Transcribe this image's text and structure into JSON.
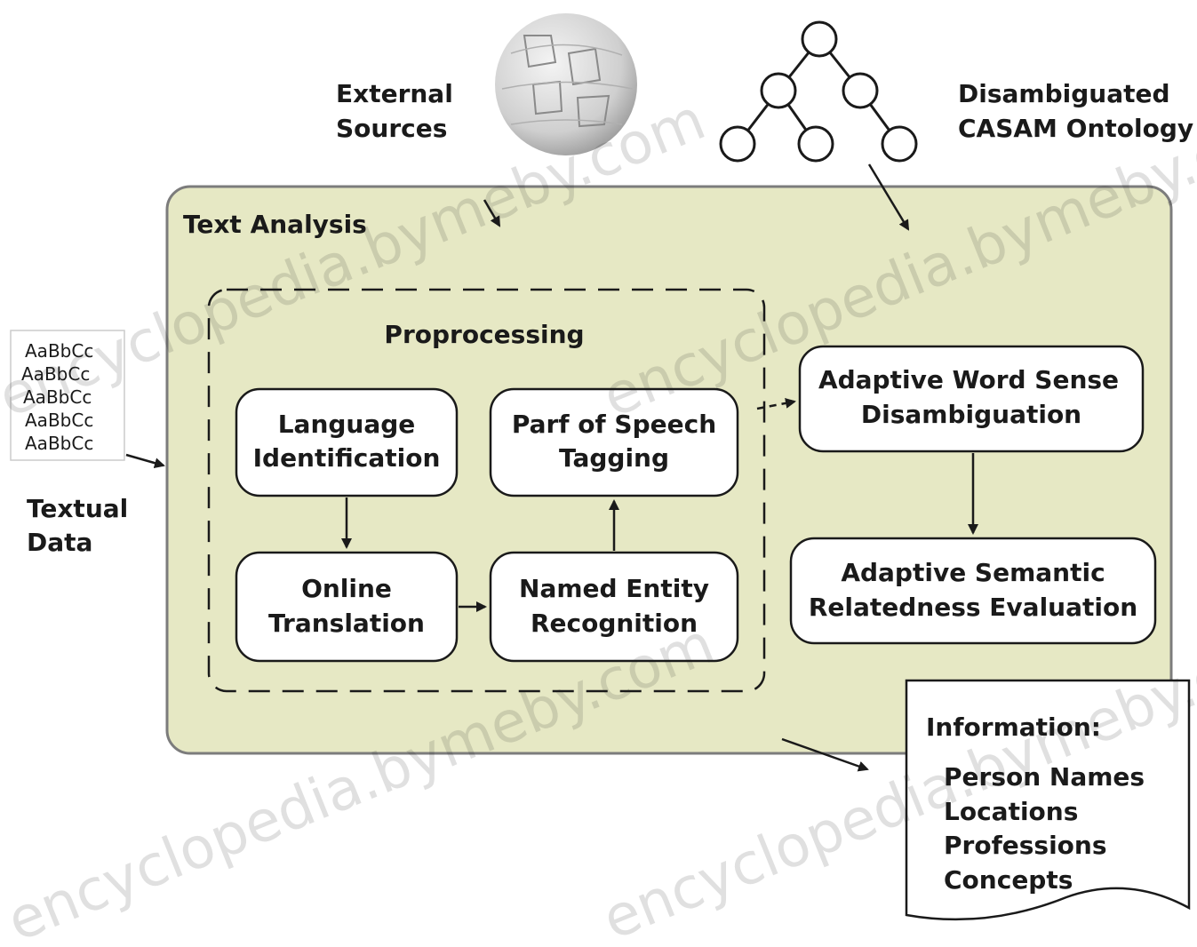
{
  "external_sources": {
    "line1": "External",
    "line2": "Sources"
  },
  "ontology": {
    "line1": "Disambiguated",
    "line2": "CASAM Ontology"
  },
  "text_analysis": {
    "title": "Text Analysis"
  },
  "preprocessing": {
    "title": "Proprocessing"
  },
  "boxes": {
    "language_identification": {
      "line1": "Language",
      "line2": "Identification"
    },
    "part_of_speech": {
      "line1": "Parf of Speech",
      "line2": "Tagging"
    },
    "online_translation": {
      "line1": "Online",
      "line2": "Translation"
    },
    "named_entity": {
      "line1": "Named Entity",
      "line2": "Recognition"
    },
    "word_sense": {
      "line1": "Adaptive Word Sense",
      "line2": "Disambiguation"
    },
    "semantic_relatedness": {
      "line1": "Adaptive Semantic",
      "line2": "Relatedness Evaluation"
    }
  },
  "textual_data": {
    "line1": "Textual",
    "line2": "Data",
    "sample_lines": [
      "AaBbCc",
      "AaBbCc",
      "AaBbCc",
      "AaBbCc",
      "AaBbCc"
    ]
  },
  "information": {
    "title": "Information:",
    "items": [
      "Person Names",
      "Locations",
      "Professions",
      "Concepts"
    ]
  },
  "watermark": "encyclopedia.bymeby.com"
}
